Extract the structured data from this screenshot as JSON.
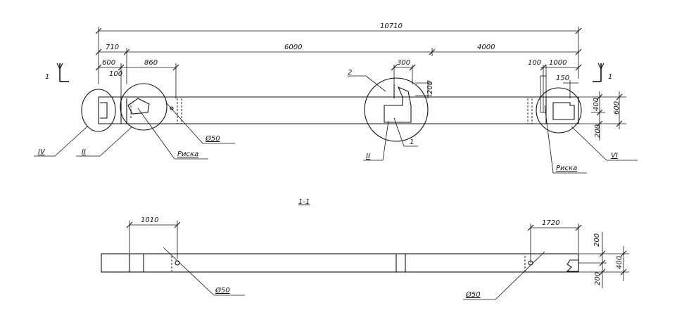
{
  "drawing": {
    "plan": {
      "overall_dim": "10710",
      "dim_left": "710",
      "dim_middle": "6000",
      "dim_right": "4000",
      "dim_600": "600",
      "dim_100_left": "100",
      "dim_860": "860",
      "dim_300": "300",
      "dim_200_top": "200",
      "dim_100_right": "100",
      "dim_1000": "1000",
      "dim_150": "150",
      "dim_400": "400",
      "dim_600_right": "600",
      "dim_200_bottom": "200",
      "label_2": "2",
      "label_1": "1",
      "phi50": "Ø50",
      "riska_left": "Риска",
      "riska_right": "Риска",
      "node_IV": "IV",
      "node_II_left": "II",
      "node_II_mid": "II",
      "node_VI": "VI",
      "cut_label_left": "1",
      "cut_label_right": "1"
    },
    "section": {
      "title": "1-1",
      "dim_1010": "1010",
      "dim_1720": "1720",
      "dim_200_top": "200",
      "dim_400": "400",
      "dim_200_bottom": "200",
      "phi50_left": "Ø50",
      "phi50_right": "Ø50"
    }
  }
}
